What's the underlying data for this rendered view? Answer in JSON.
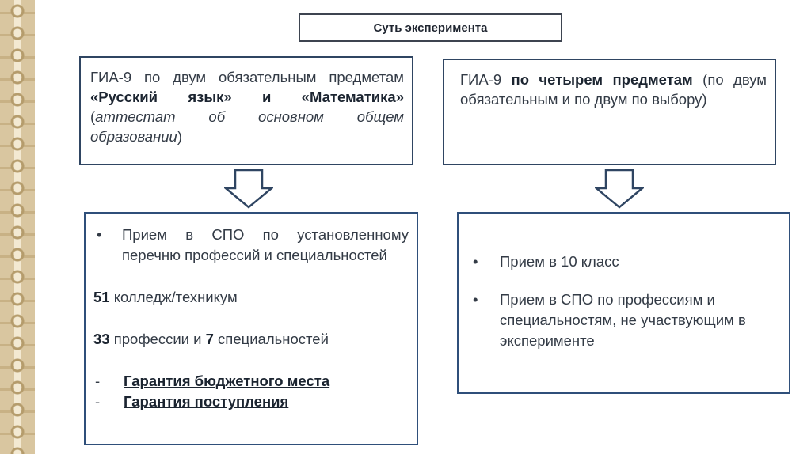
{
  "title": "Суть эксперимента",
  "left_top": {
    "t1": "ГИА-9",
    "t2": " по двум обязательным предметам ",
    "t3": "«Русский язык» и «Математика»",
    "t4": " (",
    "t5": "аттестат об основном общем образовании",
    "t6": ")"
  },
  "right_top": {
    "t1": "ГИА-9 ",
    "t2": "по четырем предметам",
    "t3": " (по двум обязательным и по двум по выбору)"
  },
  "left_bottom": {
    "bullet_char": "•",
    "bullet_text": "Прием в СПО по установленному перечню профессий и специальностей",
    "colleges_num": "51",
    "colleges_text": " колледж/техникум",
    "prof_num": "33",
    "prof_text": " профессии и ",
    "spec_num": "7",
    "spec_text": " специальностей",
    "dash_char": "-",
    "guarantee1": "Гарантия бюджетного места",
    "guarantee2": "Гарантия поступления"
  },
  "right_bottom": {
    "bullet_char": "•",
    "item1": "Прием в 10 класс",
    "item2": "Прием в СПО по профессиям и специальностям, не участвующим в эксперименте"
  }
}
